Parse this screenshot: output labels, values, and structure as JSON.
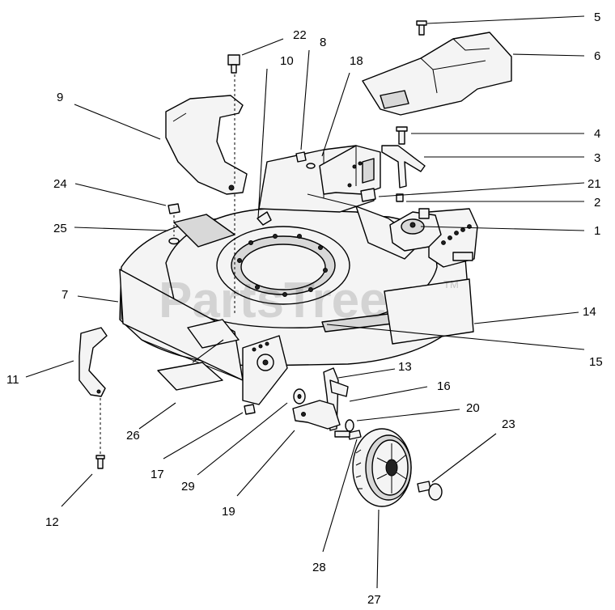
{
  "watermark": {
    "text": "PartsTree",
    "mark": "TM"
  },
  "callouts": [
    "1",
    "2",
    "3",
    "4",
    "5",
    "6",
    "7",
    "8",
    "9",
    "10",
    "11",
    "12",
    "13",
    "14",
    "15",
    "16",
    "17",
    "18",
    "19",
    "20",
    "21",
    "22",
    "23",
    "24",
    "25",
    "26",
    "27",
    "28",
    "29"
  ]
}
